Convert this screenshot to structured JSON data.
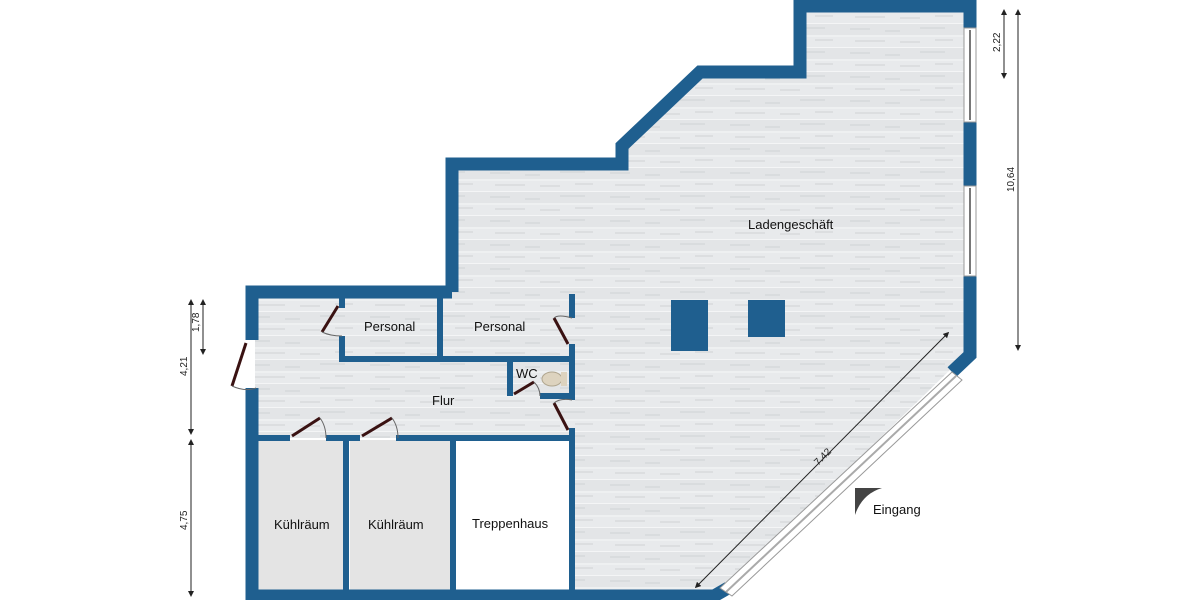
{
  "floorplan": {
    "colors": {
      "wall": "#1f5f8f",
      "floor": "#e6e8ea",
      "cold_room": "#e4e4e4",
      "stair": "#ffffff",
      "door": "#3a1212",
      "dimension": "#222222"
    },
    "rooms": [
      {
        "id": "ladengeschaeft",
        "label": "Ladengeschäft"
      },
      {
        "id": "personal-1",
        "label": "Personal"
      },
      {
        "id": "personal-2",
        "label": "Personal"
      },
      {
        "id": "wc",
        "label": "WC"
      },
      {
        "id": "flur",
        "label": "Flur"
      },
      {
        "id": "kuehlraum-1",
        "label": "Kühlräum"
      },
      {
        "id": "kuehlraum-2",
        "label": "Kühlräum"
      },
      {
        "id": "treppenhaus",
        "label": "Treppenhaus"
      }
    ],
    "entrance": {
      "label": "Eingang"
    },
    "dimensions": {
      "right_top": "2,22",
      "right_full": "10,64",
      "left_top": "1,78",
      "left_upper": "4,21",
      "left_lower": "4,75",
      "diagonal": "7.42"
    }
  }
}
